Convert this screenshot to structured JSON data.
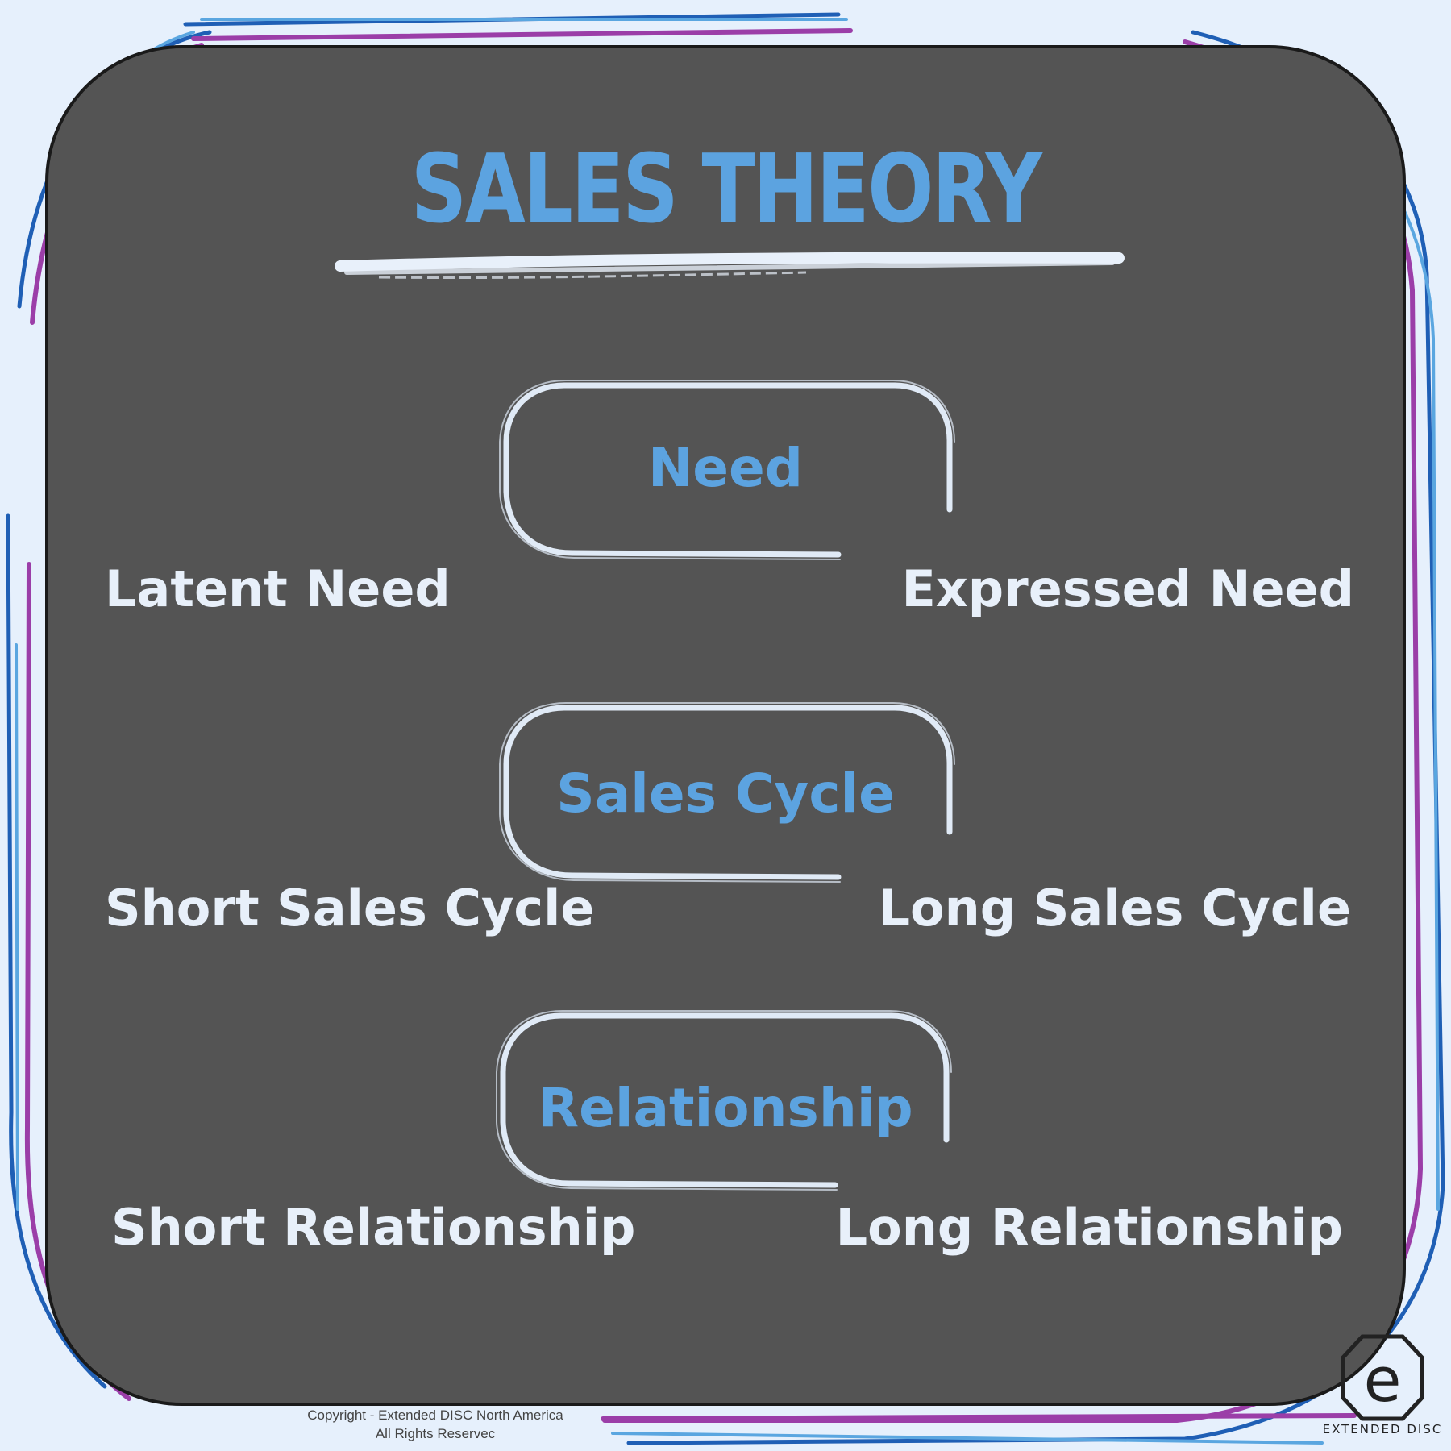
{
  "title": "SALES THEORY",
  "pairs": [
    {
      "center": "Need",
      "left": "Latent Need",
      "right": "Expressed Need"
    },
    {
      "center": "Sales Cycle",
      "left": "Short Sales Cycle",
      "right": "Long Sales Cycle"
    },
    {
      "center": "Relationship",
      "left": "Short Relationship",
      "right": "Long Relationship"
    }
  ],
  "footer": {
    "copyright_line1": "Copyright - Extended DISC North America",
    "copyright_line2": "All Rights Reservec",
    "logo_text": "EXTENDED DISC",
    "logo_letter": "e"
  },
  "colors": {
    "background": "#e6f0fc",
    "board": "#545454",
    "accent_blue": "#5ca3e0",
    "label_white": "#e8f0fa",
    "frame_purple": "#9b3ea8",
    "frame_blue": "#1f5fb5",
    "frame_lightblue": "#5aa6e0"
  }
}
